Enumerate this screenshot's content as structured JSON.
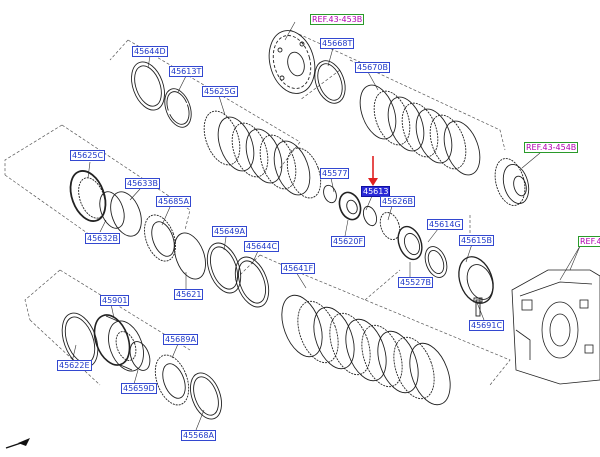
{
  "diagram": {
    "callouts": [
      {
        "id": "ref-43-453b",
        "text": "REF.43-453B",
        "kind": "ref"
      },
      {
        "id": "ref-43-454b",
        "text": "REF.43-454B",
        "kind": "ref"
      },
      {
        "id": "ref-43-cut",
        "text": "REF.4",
        "kind": "ref"
      },
      {
        "id": "45644d",
        "text": "45644D"
      },
      {
        "id": "45613t",
        "text": "45613T"
      },
      {
        "id": "45625g",
        "text": "45625G"
      },
      {
        "id": "45668t",
        "text": "45668T"
      },
      {
        "id": "45670b",
        "text": "45670B"
      },
      {
        "id": "45625c",
        "text": "45625C"
      },
      {
        "id": "45633b",
        "text": "45633B"
      },
      {
        "id": "45685a",
        "text": "45685A"
      },
      {
        "id": "45632b",
        "text": "45632B"
      },
      {
        "id": "45577",
        "text": "45577"
      },
      {
        "id": "45613",
        "text": "45613",
        "selected": true
      },
      {
        "id": "45626b",
        "text": "45626B"
      },
      {
        "id": "45620f",
        "text": "45620F"
      },
      {
        "id": "45614g",
        "text": "45614G"
      },
      {
        "id": "45649a",
        "text": "45649A"
      },
      {
        "id": "45644c",
        "text": "45644C"
      },
      {
        "id": "45615b",
        "text": "45615B"
      },
      {
        "id": "45621",
        "text": "45621"
      },
      {
        "id": "45527b",
        "text": "45527B"
      },
      {
        "id": "45641f",
        "text": "45641F"
      },
      {
        "id": "45901",
        "text": "45901"
      },
      {
        "id": "45691c",
        "text": "45691C"
      },
      {
        "id": "45689a",
        "text": "45689A"
      },
      {
        "id": "45622e",
        "text": "45622E"
      },
      {
        "id": "45659d",
        "text": "45659D"
      },
      {
        "id": "45568a",
        "text": "45568A"
      }
    ],
    "colors": {
      "line": "#222222",
      "dash": "#555555",
      "label_text": "#1f38c8",
      "label_border": "#3348d0",
      "selected_fill": "#2a2ad8",
      "ref_text": "#b000b0",
      "ref_border": "#2a9a2a",
      "arrow": "#e02020"
    }
  }
}
